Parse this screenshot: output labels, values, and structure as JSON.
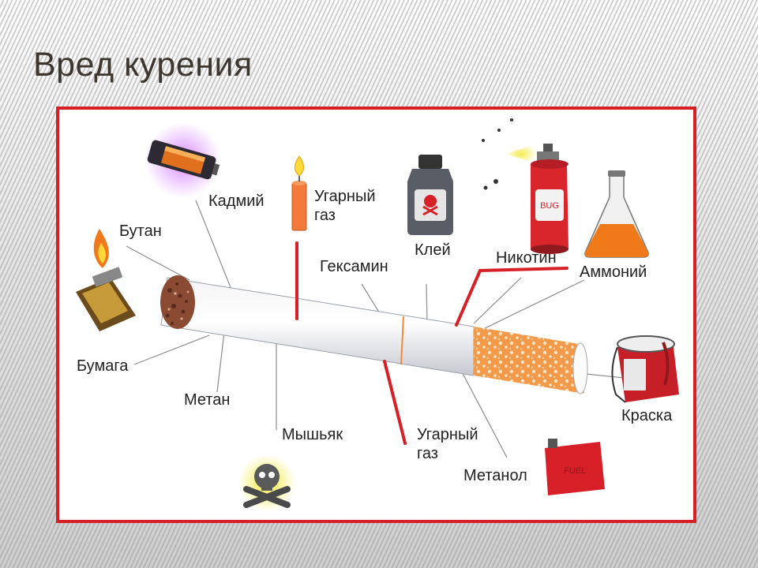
{
  "slide": {
    "title": "Вред курения"
  },
  "labels": {
    "cadmium": "Кадмий",
    "carbon_monoxide_top_1": "Угарный",
    "carbon_monoxide_top_2": "газ",
    "glue": "Клей",
    "butane": "Бутан",
    "hexamine": "Гексамин",
    "nicotine": "Никотин",
    "ammonium": "Аммоний",
    "paper": "Бумага",
    "methane": "Метан",
    "arsenic": "Мышьяк",
    "carbon_monoxide_bottom_1": "Угарный",
    "carbon_monoxide_bottom_2": "газ",
    "paint": "Краска",
    "methanol": "Метанол"
  },
  "icons": {
    "battery": "battery-icon",
    "candle": "candle-icon",
    "glue_bottle": "poison-bottle-icon",
    "spray": "bug-spray-icon",
    "flask": "flask-icon",
    "lighter": "lighter-icon",
    "paint_can": "paint-can-icon",
    "skull": "skull-crossbones-icon",
    "fuel_can": "fuel-can-icon"
  },
  "icon_text": {
    "spray_can": "BUG",
    "fuel_can": "FUEL"
  },
  "colors": {
    "frame": "#d71f27",
    "accent_line": "#d71f27",
    "filter": "#f08a3a",
    "title": "#3d362f"
  }
}
